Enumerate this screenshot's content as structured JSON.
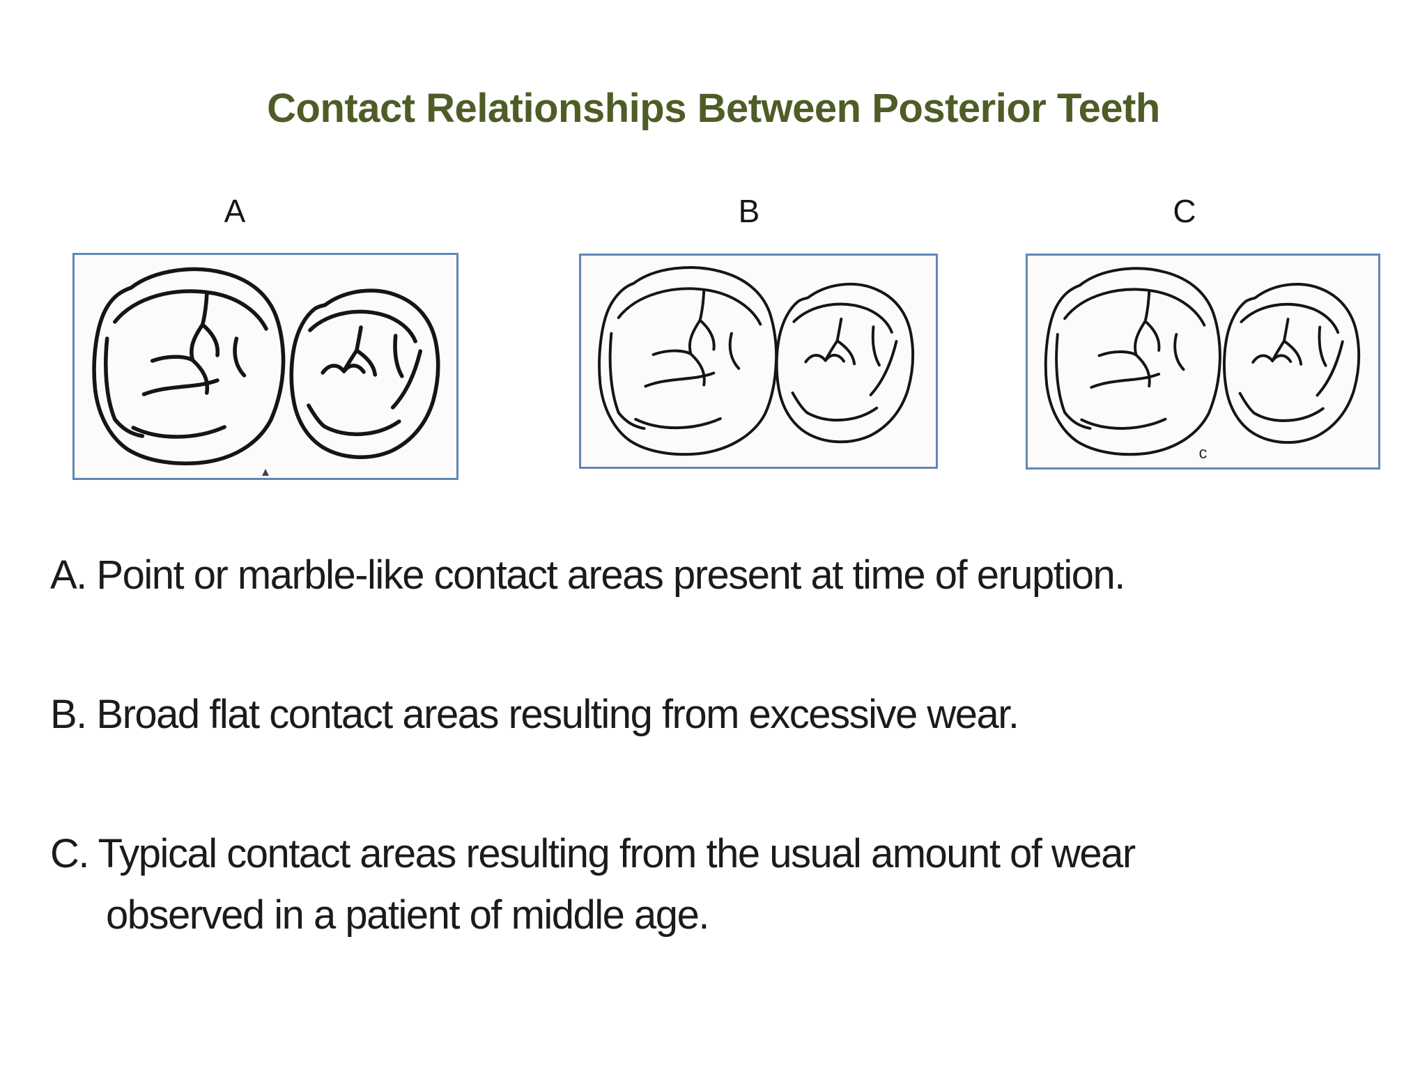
{
  "slide": {
    "title": "Contact Relationships Between Posterior Teeth",
    "title_color": "#4e5c26",
    "background_color": "#ffffff"
  },
  "figures": {
    "border_color": "#5f88b4",
    "items": [
      {
        "label": "A",
        "bottom_marker": "▲"
      },
      {
        "label": "B"
      },
      {
        "label": "C",
        "inline_caption": "c"
      }
    ]
  },
  "descriptions": {
    "text_color": "#1b1b1b",
    "a": "A. Point or marble-like contact areas present at time of eruption.",
    "b": "B. Broad flat contact areas resulting from excessive wear.",
    "c_line1": "C. Typical contact areas resulting from the usual amount of wear",
    "c_line2": "observed in a patient of middle age."
  }
}
